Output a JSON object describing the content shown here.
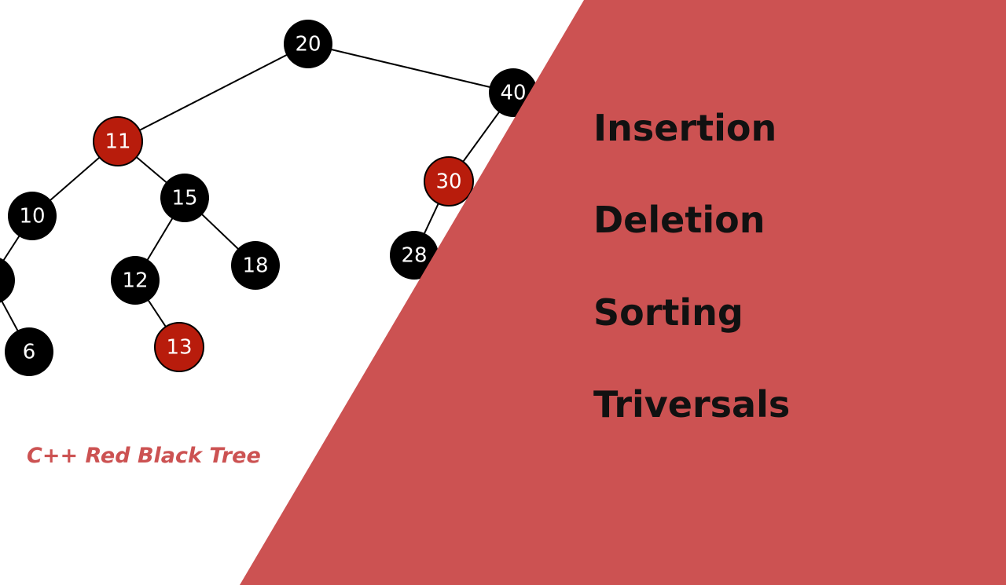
{
  "colors": {
    "panel": "#cc5252",
    "black_node": "#000000",
    "red_node": "#b81c0c",
    "edge": "#000000",
    "caption": "#cc5252"
  },
  "topics": [
    "Insertion",
    "Deletion",
    "Sorting",
    "Triversals"
  ],
  "caption": "C++ Red Black Tree",
  "tree": {
    "nodes": [
      {
        "id": "n20",
        "label": "20",
        "color": "black"
      },
      {
        "id": "n40",
        "label": "40",
        "color": "black"
      },
      {
        "id": "n11",
        "label": "11",
        "color": "red"
      },
      {
        "id": "n10",
        "label": "10",
        "color": "black"
      },
      {
        "id": "n15",
        "label": "15",
        "color": "black"
      },
      {
        "id": "n12",
        "label": "12",
        "color": "black"
      },
      {
        "id": "n18",
        "label": "18",
        "color": "black"
      },
      {
        "id": "n13",
        "label": "13",
        "color": "red"
      },
      {
        "id": "n6",
        "label": "6",
        "color": "black"
      },
      {
        "id": "n30",
        "label": "30",
        "color": "red"
      },
      {
        "id": "n28",
        "label": "28",
        "color": "black"
      }
    ],
    "edges": [
      [
        "n20",
        "n11"
      ],
      [
        "n20",
        "n40"
      ],
      [
        "n11",
        "n10"
      ],
      [
        "n11",
        "n15"
      ],
      [
        "n15",
        "n12"
      ],
      [
        "n15",
        "n18"
      ],
      [
        "n12",
        "n13"
      ],
      [
        "n40",
        "n30"
      ],
      [
        "n30",
        "n28"
      ]
    ]
  }
}
